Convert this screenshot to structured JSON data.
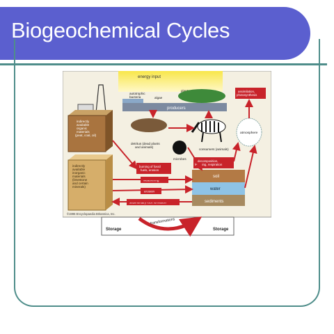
{
  "slide": {
    "title": "Biogeochemical Cycles"
  },
  "diagram": {
    "energy_input": "energy input",
    "autotrophic_bacteria": "autotrophic\nbacteria",
    "algae": "algae",
    "plants": "plants",
    "producers": "producers",
    "assimilation": "assimilation,\nphotosynthesis",
    "atmosphere": "atmosphere",
    "detritus": "detritus (dead plants\nand animals)",
    "consumers": "consumers (animals)",
    "microbes": "microbes",
    "decomposition": "decomposition,\nleaching, respiration",
    "indirect_organic": "indirectly\navailable\norganic\nmaterials\n(peat, coal, oil)",
    "indirect_inorganic": "indirectly\navailable\ninorganic\nmaterials\n(limestone\nand certain\nminerals)",
    "burning": "burning of fossil\nfuels, erosion",
    "weathering": "weathering",
    "erosion": "erosion",
    "sedimentary": "sedimentary rock formation",
    "soil": "soil",
    "water": "water",
    "sediments": "sediments",
    "copyright": "©1996 Encyclopaedia Britannica, Inc.",
    "transformations": "transformations",
    "storage_left": "Storage",
    "storage_right": "Storage"
  },
  "colors": {
    "title_bar": "#5b5fcf",
    "frame": "#4e8d8a",
    "arrow": "#c8232a",
    "panel": "#f4f0e2"
  }
}
